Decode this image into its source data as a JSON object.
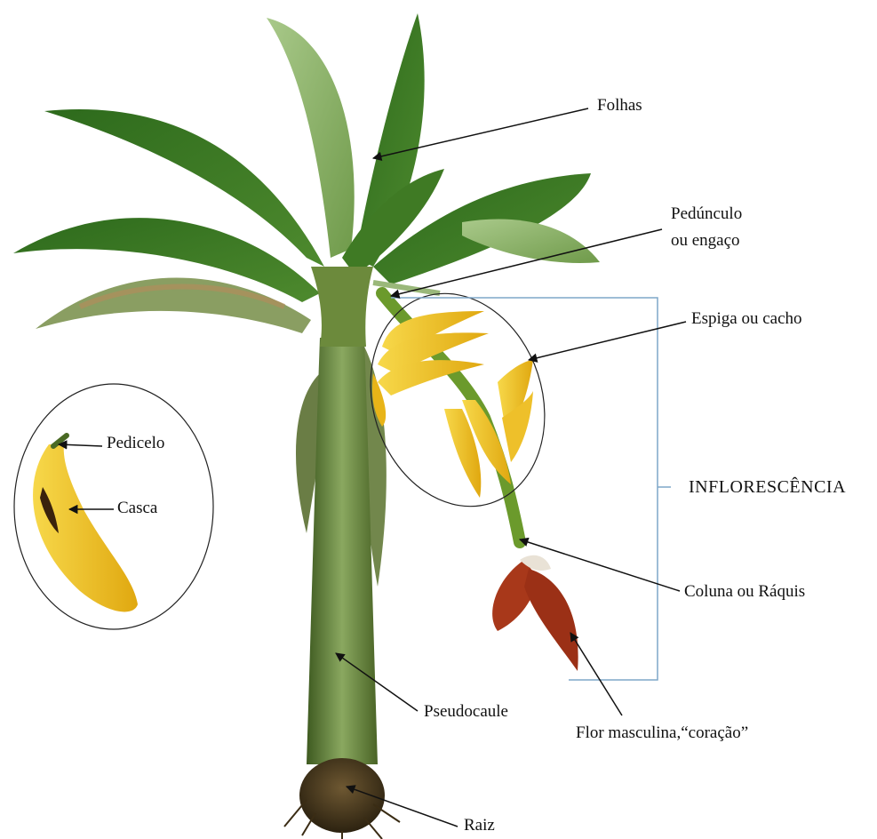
{
  "labels": {
    "folhas": "Folhas",
    "peduncle_line1": "Pedúnculo",
    "peduncle_line2": "ou engaço",
    "espiga": "Espiga ou cacho",
    "pedicelo": "Pedicelo",
    "casca": "Casca",
    "inflorescencia": "INFLORESCÊNCIA",
    "coluna": "Coluna ou Ráquis",
    "pseudocaule": "Pseudocaule",
    "flor": "Flor masculina,“coração”",
    "raiz": "Raiz"
  },
  "colors": {
    "leaf_dark": "#2f6b1e",
    "leaf_light": "#8fb86a",
    "stem": "#5c7a2e",
    "banana": "#f2c21a",
    "flower": "#a8381a",
    "root": "#4a3a22",
    "bracket": "#7fa7c9"
  }
}
